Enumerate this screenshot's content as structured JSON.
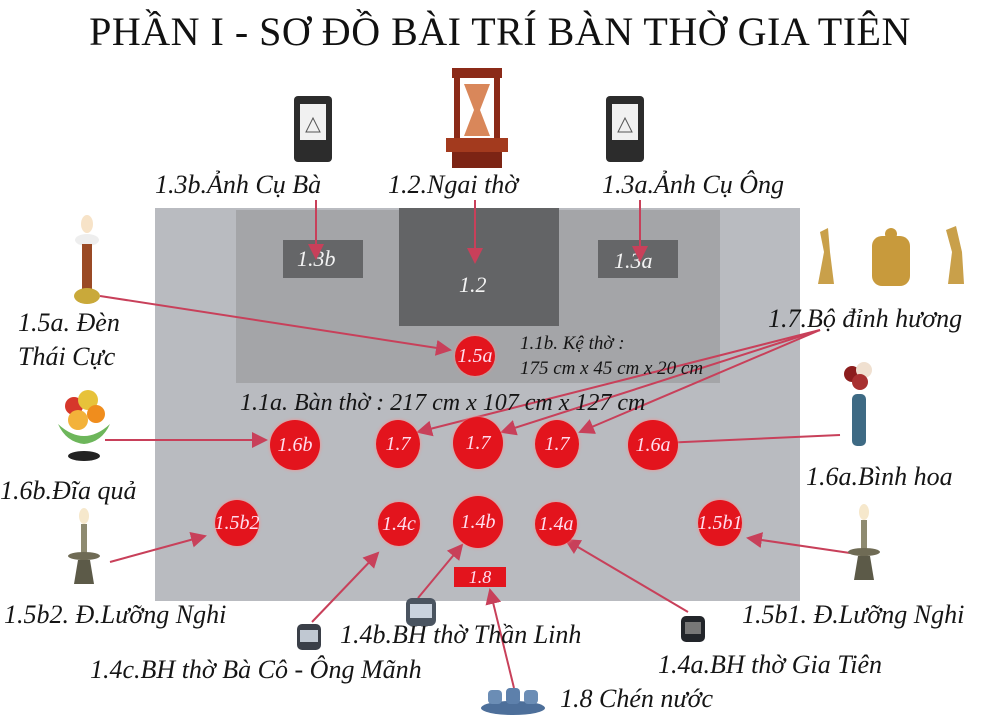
{
  "title": "PHẦN I - SƠ ĐỒ BÀI TRÍ BÀN THỜ GIA TIÊN",
  "labels": {
    "anh_cu_ba": "1.3b.Ảnh Cụ Bà",
    "ngai_tho": "1.2.Ngai thờ",
    "anh_cu_ong": "1.3a.Ảnh Cụ Ông",
    "den_thai_cuc_1": "1.5a. Đèn",
    "den_thai_cuc_2": "Thái Cực",
    "bo_dinh_huong": "1.7.Bộ đỉnh hương",
    "dia_qua": "1.6b.Đĩa quả",
    "binh_hoa": "1.6a.Bình hoa",
    "luong_nghi_2": "1.5b2. Đ.Lưỡng Nghi",
    "luong_nghi_1": "1.5b1. Đ.Lưỡng Nghi",
    "bh_than_linh": "1.4b.BH thờ Thần Linh",
    "bh_ba_co": "1.4c.BH thờ Bà Cô - Ông Mãnh",
    "bh_gia_tien": "1.4a.BH thờ  Gia Tiên",
    "chen_nuoc": "1.8 Chén nước",
    "ke_tho_1": "1.1b. Kệ thờ :",
    "ke_tho_2": "175 cm x 45 cm x 20 cm",
    "ban_tho": "1.1a. Bàn thờ : 217 cm x 107 cm x 127 cm"
  },
  "boxes": {
    "b13b": "1.3b",
    "b12": "1.2",
    "b13a": "1.3a"
  },
  "markers": {
    "m15a": "1.5a",
    "m16b": "1.6b",
    "m17_left": "1.7",
    "m17_center": "1.7",
    "m17_right": "1.7",
    "m16a": "1.6a",
    "m15b2": "1.5b2",
    "m14c": "1.4c",
    "m14b": "1.4b",
    "m14a": "1.4a",
    "m15b1": "1.5b1",
    "m18": "1.8"
  },
  "colors": {
    "marker_red": "#e3141d",
    "arrow": "#c8405a",
    "table_gray": "#b9bbc0",
    "shelf_gray": "#a4a5a8",
    "dark_gray": "#636466"
  }
}
